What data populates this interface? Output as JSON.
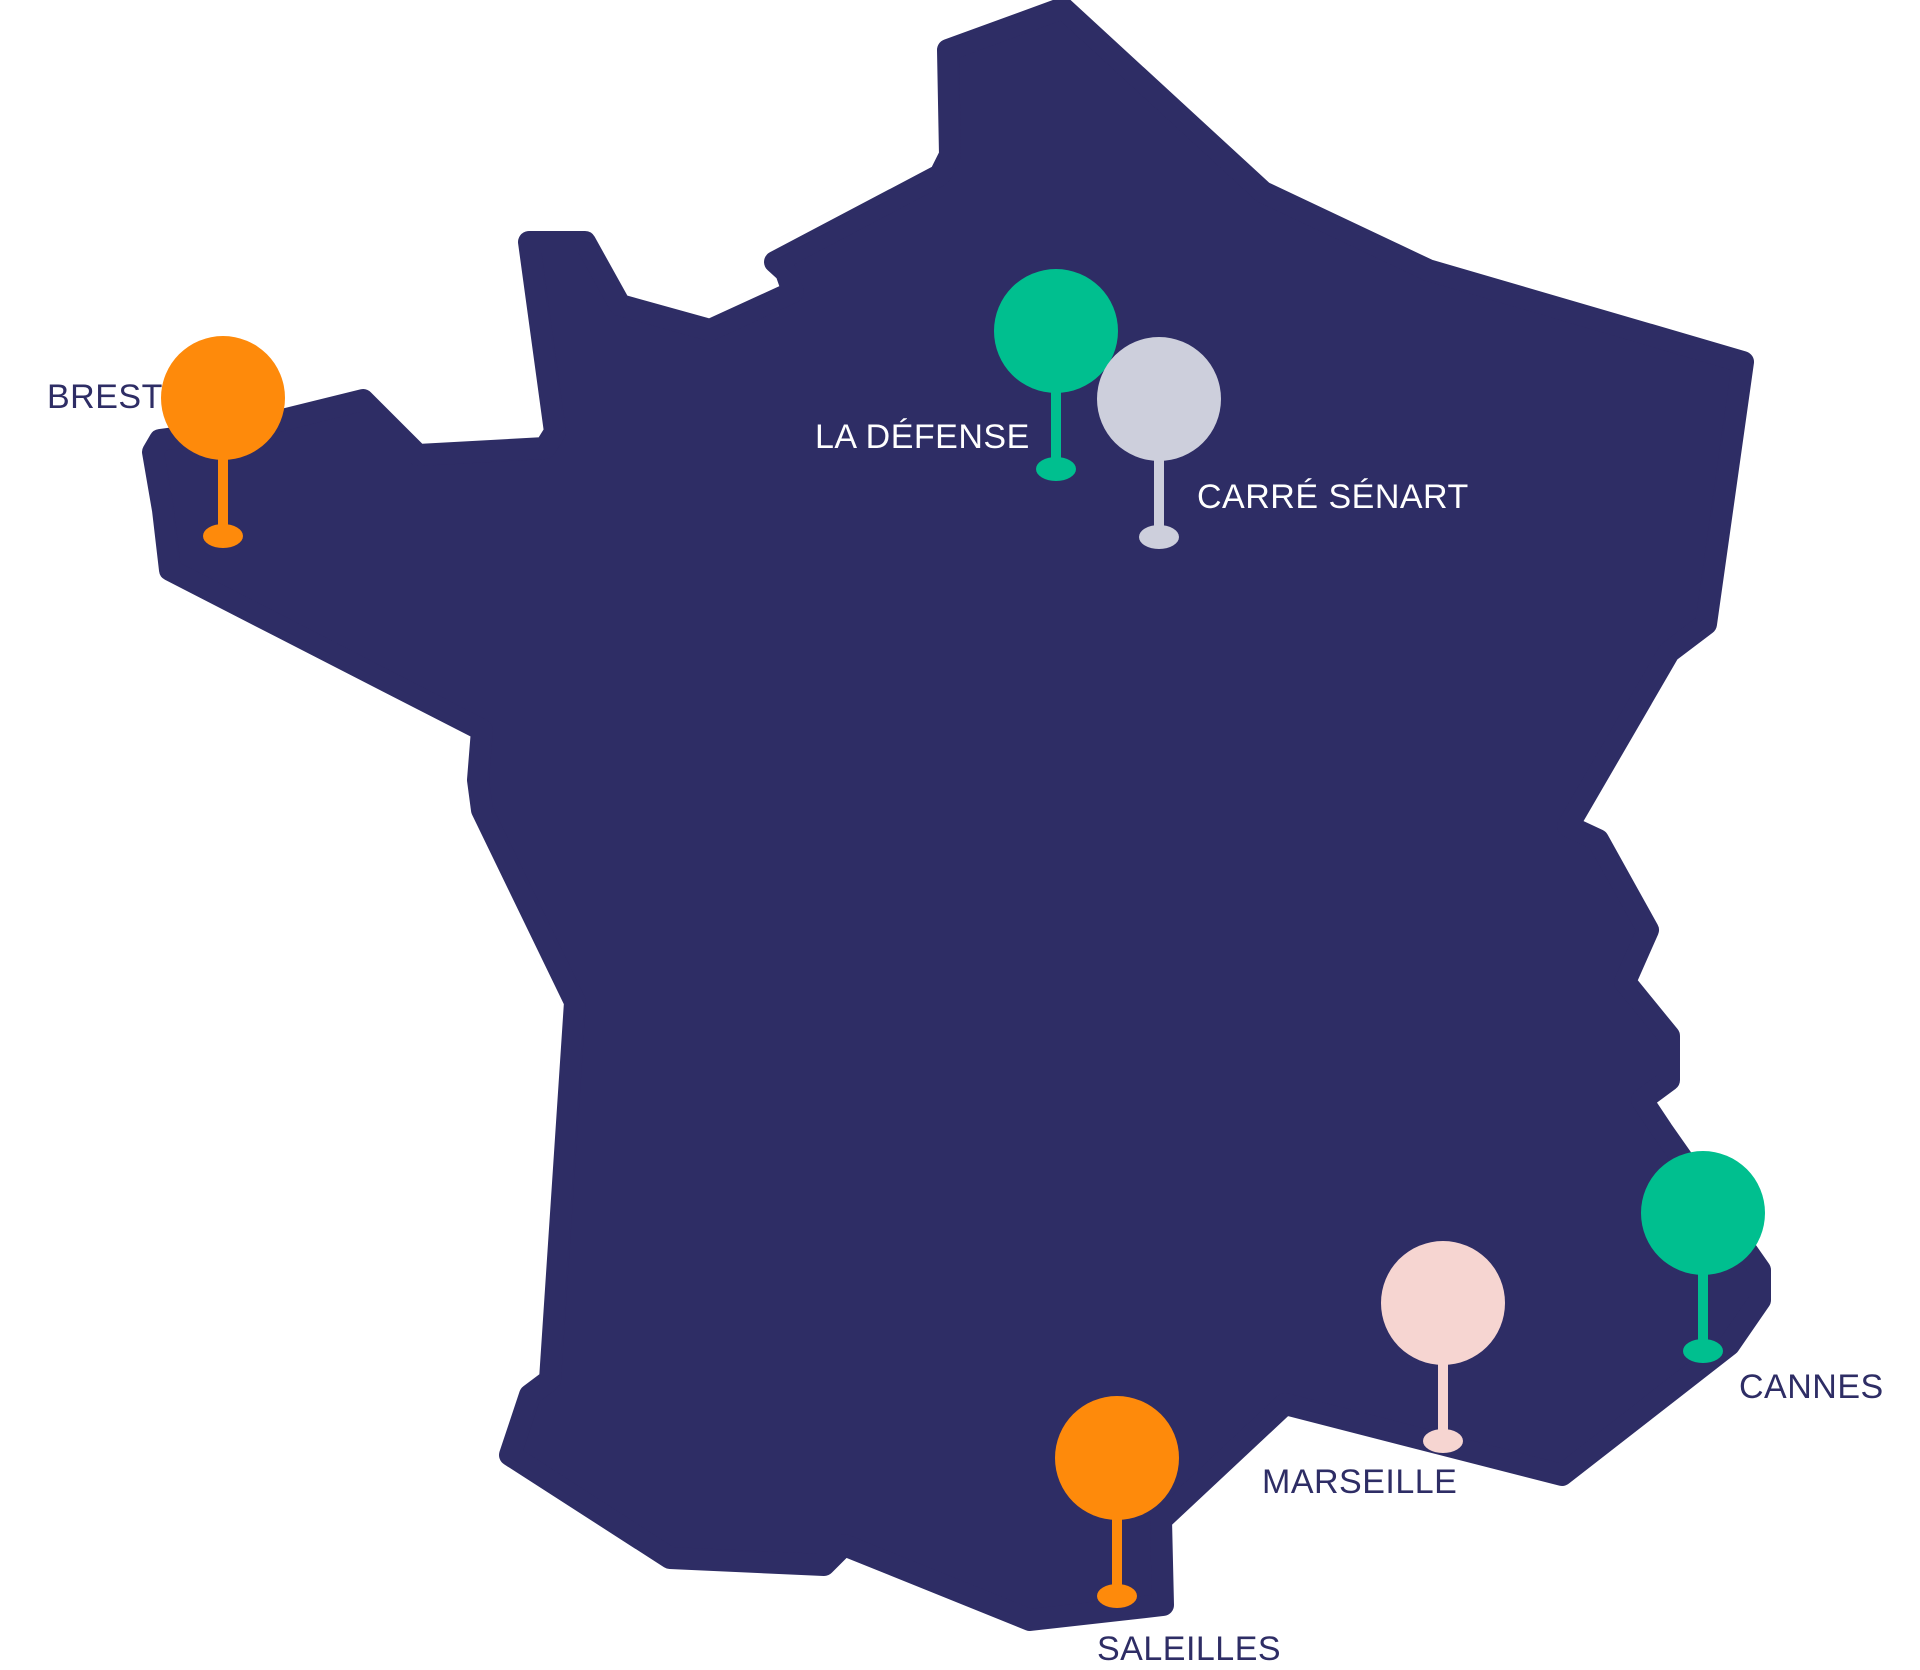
{
  "map": {
    "land_color": "#2e2d65",
    "dark_label_color": "#2e2d65",
    "light_label_color": "#ffffff"
  },
  "pins": [
    {
      "id": "brest",
      "label": "BREST",
      "color": "#fe8a0b",
      "label_on_land": false
    },
    {
      "id": "la-defense",
      "label": "LA DÉFENSE",
      "color": "#00bf8f",
      "label_on_land": true
    },
    {
      "id": "carre-senart",
      "label": "CARRÉ SÉNART",
      "color": "#cdcfdc",
      "label_on_land": true
    },
    {
      "id": "cannes",
      "label": "CANNES",
      "color": "#00bf8f",
      "label_on_land": false
    },
    {
      "id": "marseille",
      "label": "MARSEILLE",
      "color": "#f6d5d1",
      "label_on_land": false
    },
    {
      "id": "saleilles",
      "label": "SALEILLES",
      "color": "#fe8a0b",
      "label_on_land": false
    }
  ]
}
